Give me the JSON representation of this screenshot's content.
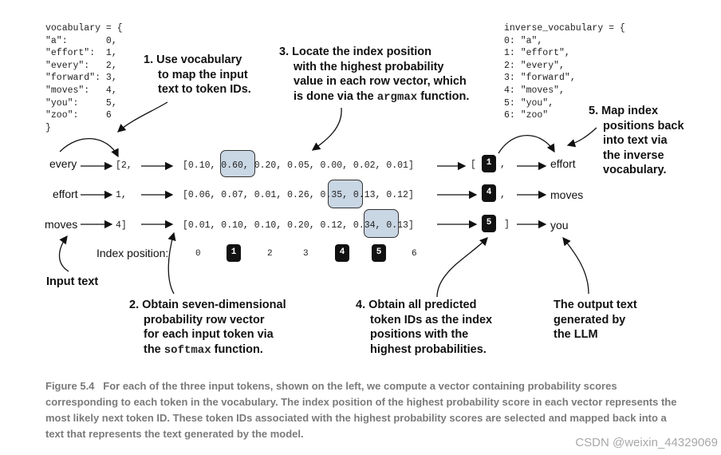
{
  "vocab_code": "vocabulary = {\n\"a\":       0,\n\"effort\":  1,\n\"every\":   2,\n\"forward\": 3,\n\"moves\":   4,\n\"you\":     5,\n\"zoo\":     6\n}",
  "inverse_code": "inverse_vocabulary = {\n0: \"a\",\n1: \"effort\",\n2: \"every\",\n3: \"forward\",\n4: \"moves\",\n5: \"you\",\n6: \"zoo\"",
  "annotations": {
    "a1": [
      "1. Use vocabulary",
      "to map the input",
      "text to token IDs."
    ],
    "a3_l1": "3. Locate the index position",
    "a3_l2": "with the highest probability",
    "a3_l3": "value in each row vector, which",
    "a3_l4_pre": "is done via the ",
    "a3_l4_code": "argmax",
    "a3_l4_post": " function.",
    "a5": [
      "5. Map index",
      "positions back",
      "into text via",
      "the inverse",
      "vocabulary."
    ],
    "a2_l1": "2. Obtain seven-dimensional",
    "a2_l2": "probability row vector",
    "a2_l3": "for each input token via",
    "a2_l4_pre": "the ",
    "a2_l4_code": "softmax",
    "a2_l4_post": " function.",
    "a4": [
      "4. Obtain all predicted",
      "token IDs as the index",
      "positions with the",
      "highest probabilities."
    ],
    "input_text": "Input text",
    "output_text": [
      "The output text",
      "generated by",
      "the LLM"
    ]
  },
  "rows": [
    {
      "word": "every",
      "token": "[2,",
      "vector": "[0.10, 0.60, 0.20, 0.05, 0.00, 0.02, 0.01]",
      "bracket": "[",
      "pred": "1",
      "sep": ",",
      "out": "effort"
    },
    {
      "word": "effort",
      "token": "1,",
      "vector": "[0.06, 0.07, 0.01, 0.26, 0.35, 0.13, 0.12]",
      "bracket": "",
      "pred": "4",
      "sep": ",",
      "out": "moves"
    },
    {
      "word": "moves",
      "token": "4]",
      "vector": "[0.01, 0.10, 0.10, 0.20, 0.12, 0.34, 0.13]",
      "bracket": "",
      "pred": "5",
      "sep": "]",
      "out": "you"
    }
  ],
  "index_label": "Index position:",
  "indices": [
    "0",
    "1",
    "2",
    "3",
    "4",
    "5",
    "6"
  ],
  "highlighted_indices": [
    "1",
    "4",
    "5"
  ],
  "caption": {
    "fig": "Figure 5.4",
    "text": "For each of the three input tokens, shown on the left, we compute a vector containing probability scores corresponding to each token in the vocabulary. The index position of the highest probability score in each vector represents the most likely next token ID. These token IDs associated with the highest probability scores are selected and mapped back into a text that represents the text generated by the model."
  },
  "watermark": "CSDN @weixin_44329069"
}
